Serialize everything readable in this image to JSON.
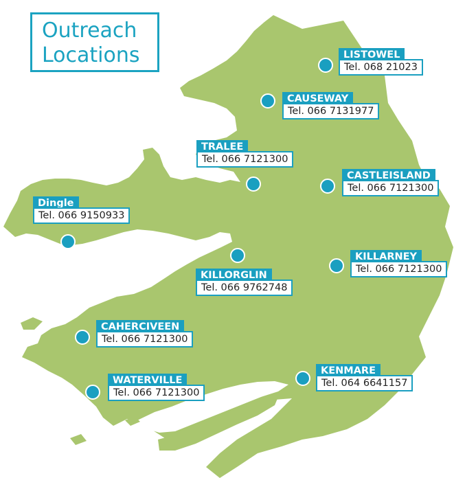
{
  "title": {
    "line1": "Outreach",
    "line2": "Locations"
  },
  "colors": {
    "land": "#a9c66e",
    "accent": "#1a9fc0",
    "title": "#1ba3c1"
  },
  "locations": [
    {
      "name": "LISTOWEL",
      "tel": "Tel. 068 21023"
    },
    {
      "name": "CAUSEWAY",
      "tel": "Tel. 066 7131977"
    },
    {
      "name": "TRALEE",
      "tel": "Tel. 066 7121300"
    },
    {
      "name": "CASTLEISLAND",
      "tel": "Tel. 066 7121300"
    },
    {
      "name": "Dingle",
      "tel": "Tel. 066 9150933"
    },
    {
      "name": "KILLORGLIN",
      "tel": "Tel. 066 9762748"
    },
    {
      "name": "KILLARNEY",
      "tel": "Tel. 066 7121300"
    },
    {
      "name": "CAHERCIVEEN",
      "tel": "Tel. 066 7121300"
    },
    {
      "name": "KENMARE",
      "tel": "Tel. 064 6641157"
    },
    {
      "name": "WATERVILLE",
      "tel": "Tel. 066 7121300"
    }
  ]
}
